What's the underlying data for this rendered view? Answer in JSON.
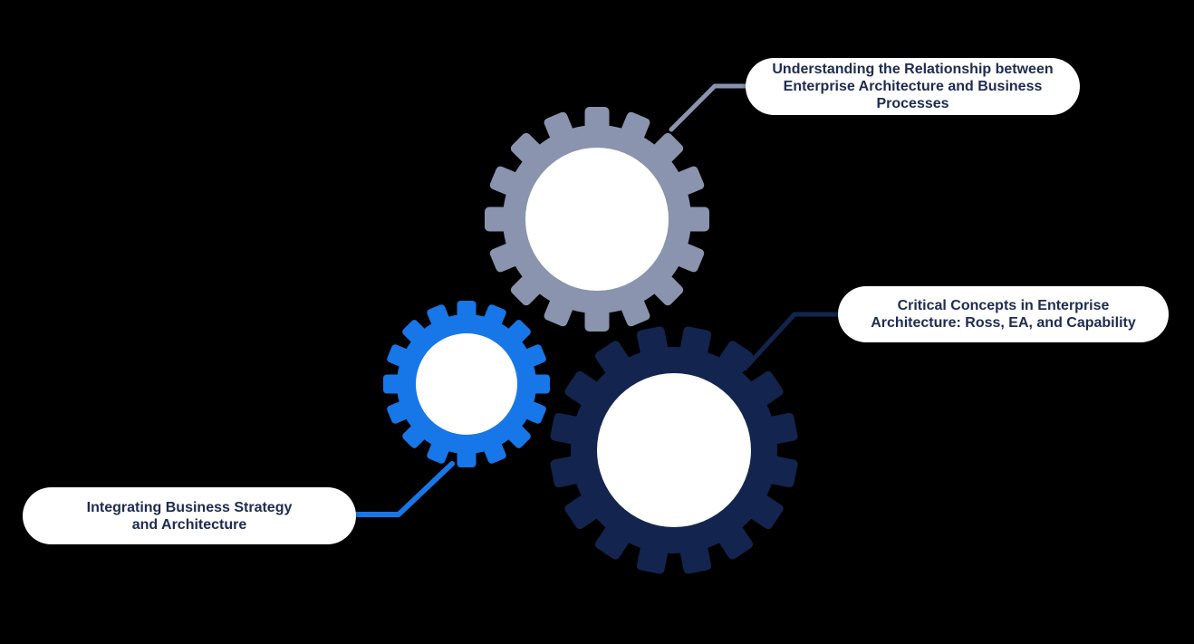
{
  "background_color": "#000000",
  "callout_bg_color": "#FFFFFF",
  "text_color": "#1E2B52",
  "callouts": [
    {
      "id": "understanding-relationship",
      "text": "Understanding the Relationship between Enterprise Architecture and Business Processes"
    },
    {
      "id": "critical-concepts",
      "text": "Critical Concepts in Enterprise Architecture: Ross, EA, and Capability"
    },
    {
      "id": "integrating-business",
      "text": "Integrating Business Strategy and Architecture"
    }
  ],
  "gears": [
    {
      "name": "gray-gear",
      "color": "#8A94AE",
      "teeth": 16
    },
    {
      "name": "blue-gear",
      "color": "#1777E8",
      "teeth": 16
    },
    {
      "name": "navy-gear",
      "color": "#13254E",
      "teeth": 16
    }
  ],
  "connectors": [
    {
      "name": "gray-gear-connector",
      "color": "#8A94AE"
    },
    {
      "name": "navy-gear-connector",
      "color": "#13254E"
    },
    {
      "name": "blue-gear-connector",
      "color": "#1777E8"
    }
  ]
}
